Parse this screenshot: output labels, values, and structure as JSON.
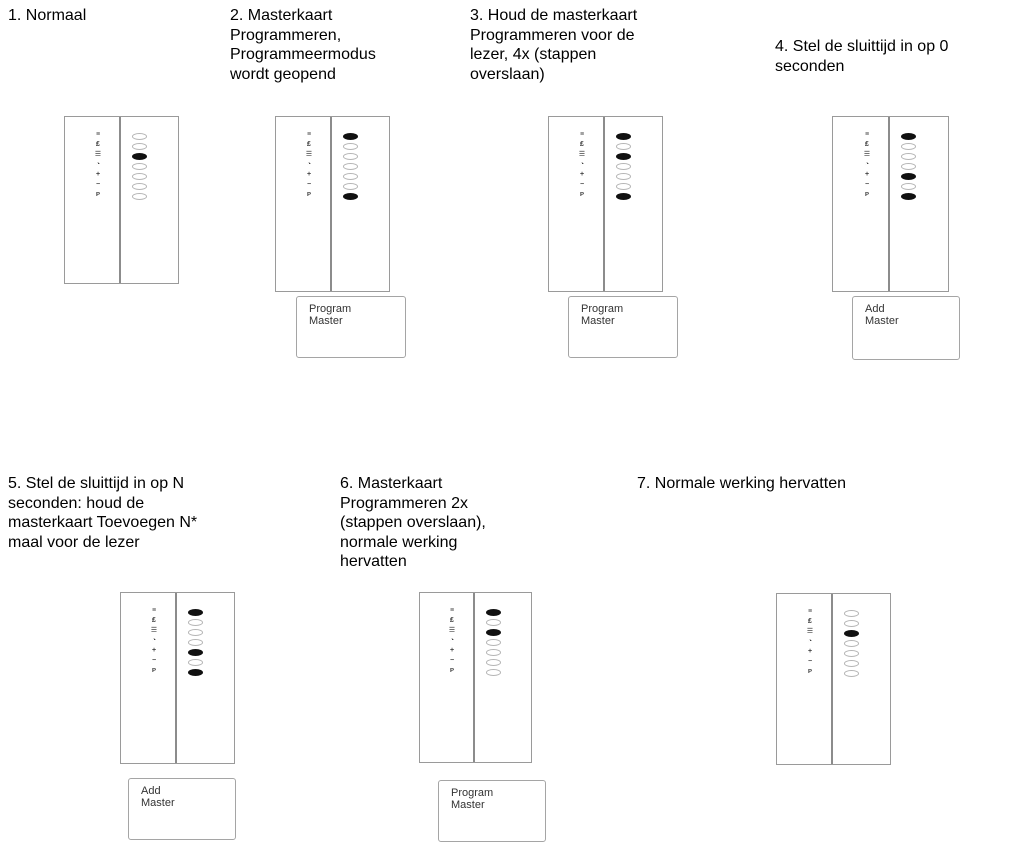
{
  "symbols": [
    "≡",
    "₤",
    "☰",
    "◔",
    "+",
    "−",
    "ᴘ"
  ],
  "steps": [
    {
      "label": "1.  Normaal",
      "leds": [
        0,
        0,
        1,
        0,
        0,
        0,
        0
      ],
      "card": null
    },
    {
      "label": "2. Masterkaart\n    Programmeren,\n    Programmeermodus\n    wordt geopend",
      "leds": [
        1,
        0,
        0,
        0,
        0,
        0,
        1
      ],
      "card": "Program\nMaster"
    },
    {
      "label": "3. Houd de masterkaart\n    Programmeren voor de\n    lezer, 4x (stappen\n    overslaan)",
      "leds": [
        1,
        0,
        1,
        0,
        0,
        0,
        1
      ],
      "card": "Program\nMaster"
    },
    {
      "label": "4. Stel de sluittijd in op 0\n    seconden",
      "leds": [
        1,
        0,
        0,
        0,
        1,
        0,
        1
      ],
      "card": "Add\nMaster"
    },
    {
      "label": "5. Stel de sluittijd in op N\n    seconden: houd de\n    masterkaart Toevoegen N*\n    maal voor de lezer",
      "leds": [
        1,
        0,
        0,
        0,
        1,
        0,
        1
      ],
      "card": "Add\nMaster"
    },
    {
      "label": "6. Masterkaart\n    Programmeren 2x\n    (stappen overslaan),\n    normale werking\n    hervatten",
      "leds": [
        1,
        0,
        1,
        0,
        0,
        0,
        0
      ],
      "card": "Program\nMaster"
    },
    {
      "label": "7. Normale werking hervatten",
      "leds": [
        0,
        0,
        1,
        0,
        0,
        0,
        0
      ],
      "card": null
    }
  ]
}
